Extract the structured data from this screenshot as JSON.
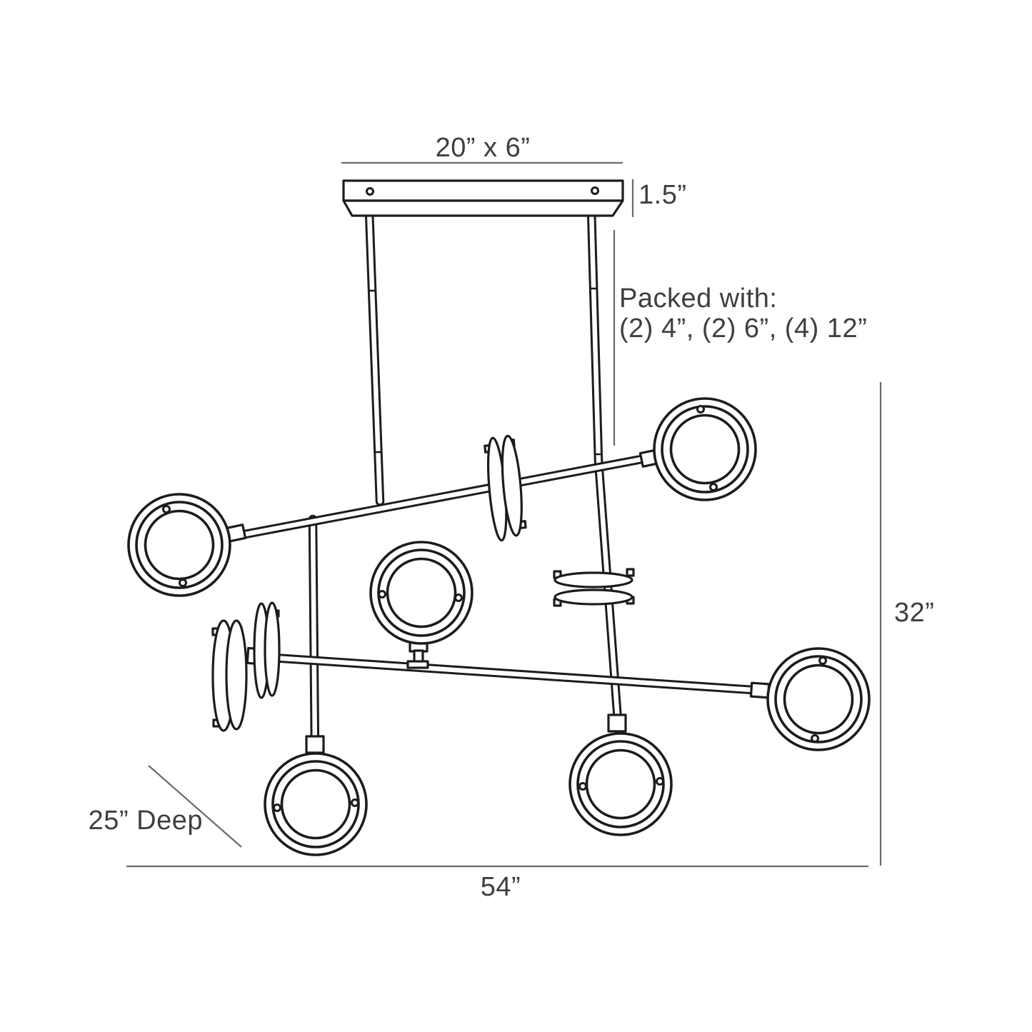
{
  "labels": {
    "canopy_size": "20” x 6”",
    "canopy_thickness": "1.5”",
    "packed_with_line1": "Packed with:",
    "packed_with_line2": "(2) 4”, (2) 6”, (4) 12”",
    "overall_height": "32”",
    "overall_width": "54”",
    "depth": "25” Deep"
  },
  "colors": {
    "line": "#1c1c1c",
    "dimension_line": "#6a6a6a",
    "text": "#3f3f3f",
    "background": "#ffffff"
  }
}
